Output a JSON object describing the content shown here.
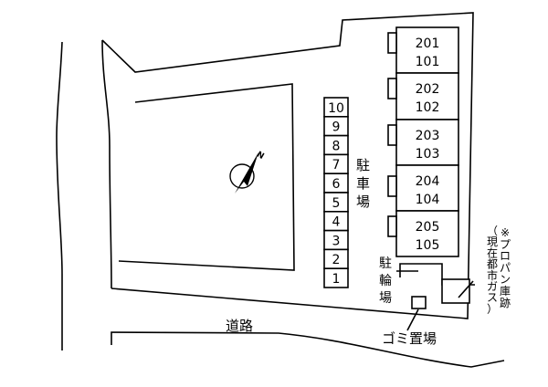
{
  "units": [
    {
      "upper": "201",
      "lower": "101"
    },
    {
      "upper": "202",
      "lower": "102"
    },
    {
      "upper": "203",
      "lower": "103"
    },
    {
      "upper": "204",
      "lower": "104"
    },
    {
      "upper": "205",
      "lower": "105"
    }
  ],
  "parking_slots": [
    "10",
    "9",
    "8",
    "7",
    "6",
    "5",
    "4",
    "3",
    "2",
    "1"
  ],
  "labels": {
    "parking": [
      "駐",
      "車",
      "場"
    ],
    "bicycle_parking": [
      "駐",
      "輪",
      "場"
    ],
    "road": "道路",
    "garbage": "ゴミ置場",
    "propane_col1": [
      "※",
      "プ",
      "ロ",
      "パ",
      "ン",
      "庫",
      "跡"
    ],
    "propane_col2": [
      "（",
      "現",
      "在",
      "都",
      "市",
      "ガ",
      "ス",
      "）"
    ],
    "north": "N"
  },
  "colors": {
    "line": "#000000",
    "note_green": "#2e9d2e"
  },
  "icons": {
    "north_arrow": "compass-north-arrow-icon"
  }
}
